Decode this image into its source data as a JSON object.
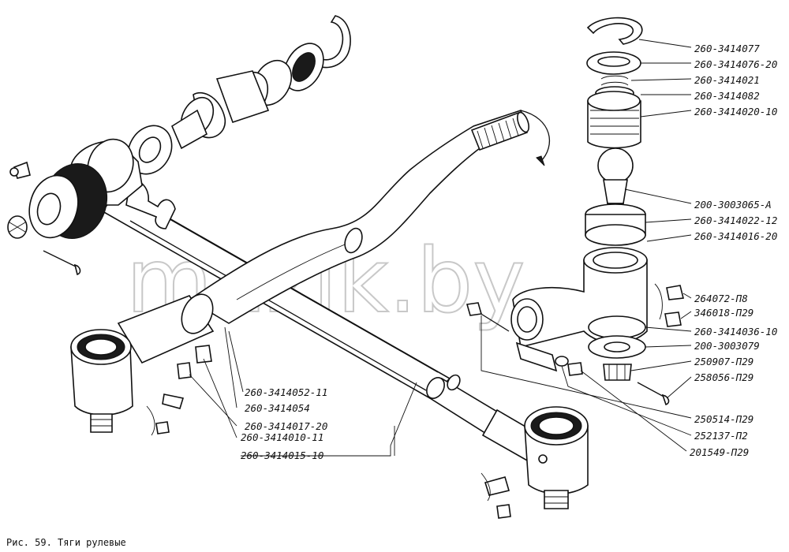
{
  "caption": "Рис. 59. Тяги рулевые",
  "watermark": "mazik.by",
  "labels": {
    "right_stack": [
      "260-3414077",
      "260-3414076-20",
      "260-3414021",
      "260-3414082",
      "260-3414020-10",
      "200-3003065-А",
      "260-3414022-12",
      "260-3414016-20",
      "264072-П8",
      "346018-П29",
      "260-3414036-10",
      "200-3003079",
      "250907-П29",
      "258056-П29",
      "250514-П29",
      "252137-П2",
      "201549-П29"
    ],
    "center_stack": [
      "260-3414052-11",
      "260-3414054",
      "260-3414017-20",
      "260-3414010-11",
      "260-3414015-10"
    ]
  }
}
